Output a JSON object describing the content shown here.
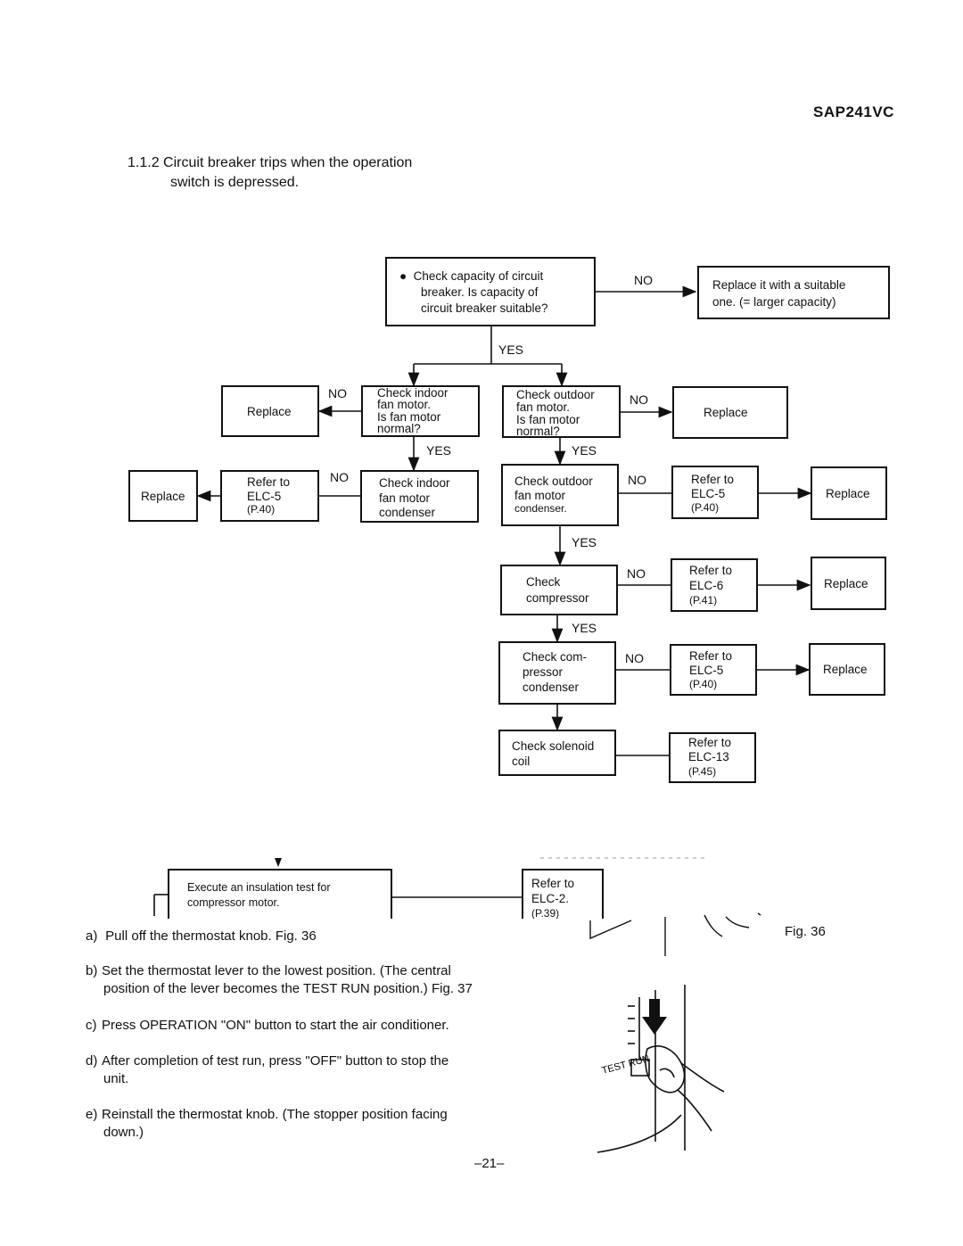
{
  "header": {
    "model": "SAP241VC"
  },
  "section": {
    "number": "1.1.2",
    "title_line1": "Circuit breaker trips when the operation",
    "title_line2": "switch is depressed."
  },
  "flow": {
    "start": {
      "line1": "●  Check capacity of circuit",
      "line2": "breaker. Is capacity of",
      "line3": "circuit breaker suitable?"
    },
    "replace_suitable": {
      "line1": "Replace it with a suitable",
      "line2": "one. (= larger capacity)"
    },
    "indoor_motor": {
      "line1": "Check indoor",
      "line2": "fan motor.",
      "line3": "Is fan motor",
      "line4": "normal?"
    },
    "outdoor_motor": {
      "line1": "Check outdoor",
      "line2": "fan motor.",
      "line3": "Is fan motor",
      "line4": "normal?"
    },
    "replace_left": "Replace",
    "replace_right": "Replace",
    "indoor_cond": {
      "line1": "Check indoor",
      "line2": "fan motor",
      "line3": "condenser"
    },
    "outdoor_cond": {
      "line1": "Check outdoor",
      "line2": "fan motor",
      "line3": "condenser."
    },
    "ref_elc5_left": {
      "line1": "Refer to",
      "line2": "ELC-5",
      "line3": "(P.40)"
    },
    "replace_far_left": "Replace",
    "ref_elc5_right": {
      "line1": "Refer to",
      "line2": "ELC-5",
      "line3": "(P.40)"
    },
    "replace_r1": "Replace",
    "compressor": {
      "line1": "Check",
      "line2": "compressor"
    },
    "ref_elc6": {
      "line1": "Refer to",
      "line2": "ELC-6",
      "line3": "(P.41)"
    },
    "replace_r2": "Replace",
    "comp_cond": {
      "line1": "Check com-",
      "line2": "pressor",
      "line3": "condenser"
    },
    "ref_elc5_b": {
      "line1": "Refer to",
      "line2": "ELC-5",
      "line3": "(P.40)"
    },
    "replace_r3": "Replace",
    "solenoid": {
      "line1": "Check solenoid",
      "line2": "coil"
    },
    "ref_elc13": {
      "line1": "Refer to",
      "line2": "ELC-13",
      "line3": "(P.45)"
    },
    "insulation": {
      "line1": "Execute an insulation test for",
      "line2": "compressor motor."
    },
    "ref_elc2": {
      "line1": "Refer to",
      "line2": "ELC-2.",
      "line3": "(P.39)"
    },
    "labels": {
      "no": "NO",
      "yes": "YES"
    }
  },
  "steps": [
    {
      "key": "a)",
      "text": "Pull off the thermostat knob. Fig. 36",
      "cont": ""
    },
    {
      "key": "b)",
      "text": "Set the thermostat lever to the lowest position. (The central",
      "cont": "position of the lever becomes the TEST RUN position.) Fig. 37"
    },
    {
      "key": "c)",
      "text": "Press OPERATION \"ON\" button to start the air conditioner.",
      "cont": ""
    },
    {
      "key": "d)",
      "text": "After completion of test run, press \"OFF\" button to stop the",
      "cont": "unit."
    },
    {
      "key": "e)",
      "text": "Reinstall the thermostat knob. (The stopper position facing",
      "cont": "down.)"
    }
  ],
  "figures": {
    "fig36": "Fig. 36",
    "test_run_label": "TEST RUN"
  },
  "footer": {
    "page": "–21–"
  }
}
